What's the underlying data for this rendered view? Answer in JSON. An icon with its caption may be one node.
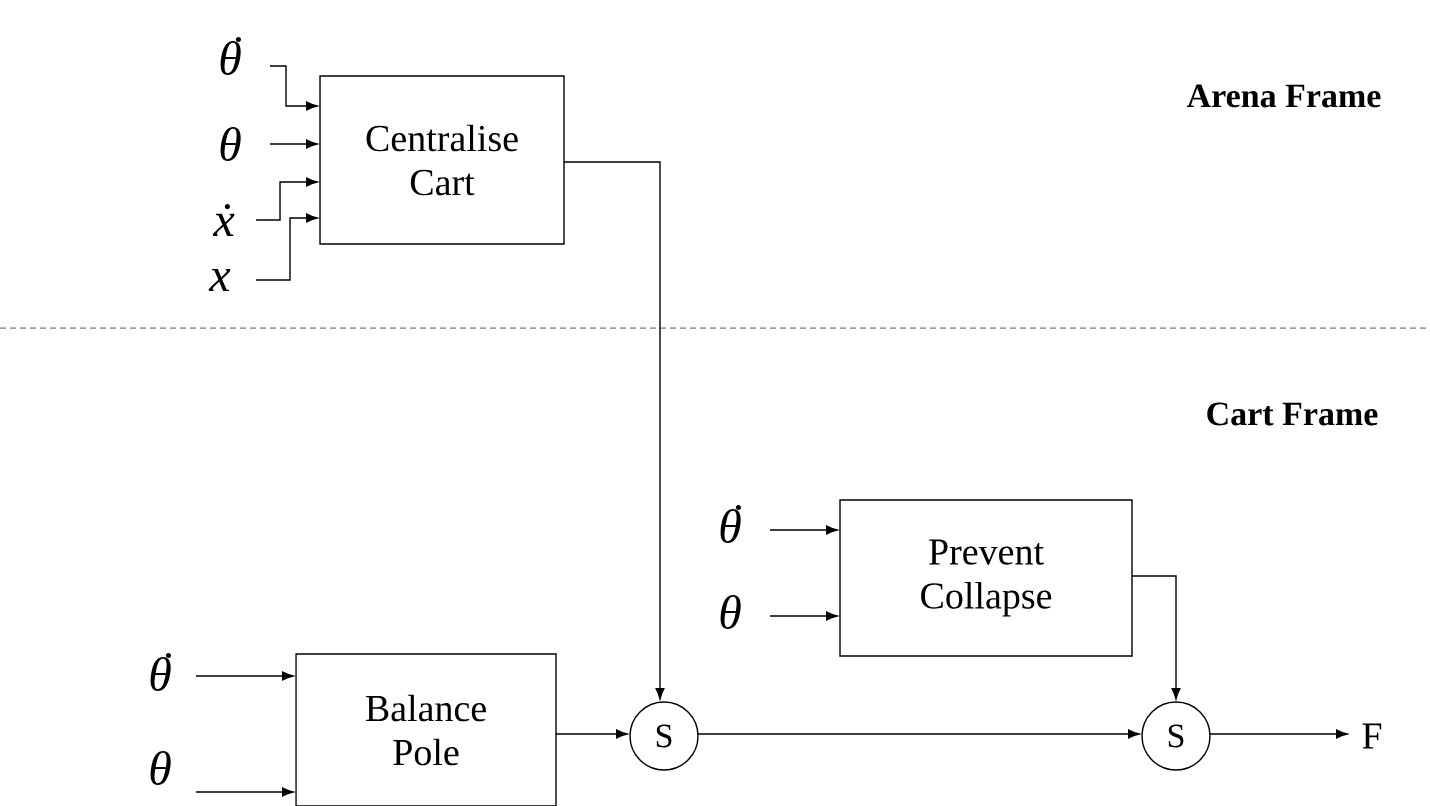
{
  "diagram": {
    "nodes": [
      {
        "text": [
          "Centralise Cart"
        ]
      },
      {
        "text": [
          "θ̇"
        ]
      },
      {
        "text": [
          "θ"
        ]
      },
      {
        "text": [
          "ẋ"
        ]
      },
      {
        "text": [
          "x"
        ]
      },
      {
        "text": [
          "Prevent Collapse"
        ]
      },
      {
        "text": [
          "θ̇"
        ]
      },
      {
        "text": [
          "θ"
        ]
      },
      {
        "text": [
          "Balance Pole"
        ]
      },
      {
        "text": [
          "θ̇"
        ]
      },
      {
        "text": [
          "θ"
        ]
      },
      {
        "text": [
          "S"
        ]
      },
      {
        "text": [
          "S"
        ]
      },
      {
        "text": [
          "F"
        ]
      }
    ],
    "edges": [
      {
        "from": 1,
        "to": 0,
        "arrow": "to"
      },
      {
        "from": 2,
        "to": 0,
        "arrow": "to"
      },
      {
        "from": 3,
        "to": 0,
        "arrow": "to"
      },
      {
        "from": 4,
        "to": 0,
        "arrow": "to"
      },
      {
        "from": 0,
        "to": 11,
        "arrow": "to"
      },
      {
        "from": 6,
        "to": 5,
        "arrow": "to"
      },
      {
        "from": 7,
        "to": 5,
        "arrow": "to"
      },
      {
        "from": 5,
        "to": 12,
        "arrow": "to"
      },
      {
        "from": 9,
        "to": 8,
        "arrow": "to"
      },
      {
        "from": 10,
        "to": 8,
        "arrow": "to"
      },
      {
        "from": 8,
        "to": 11,
        "arrow": "to"
      },
      {
        "from": 11,
        "to": 12,
        "arrow": "to"
      },
      {
        "from": 12,
        "to": 13,
        "arrow": "to"
      }
    ],
    "labels": [
      "Arena Frame",
      "Cart Frame"
    ]
  }
}
